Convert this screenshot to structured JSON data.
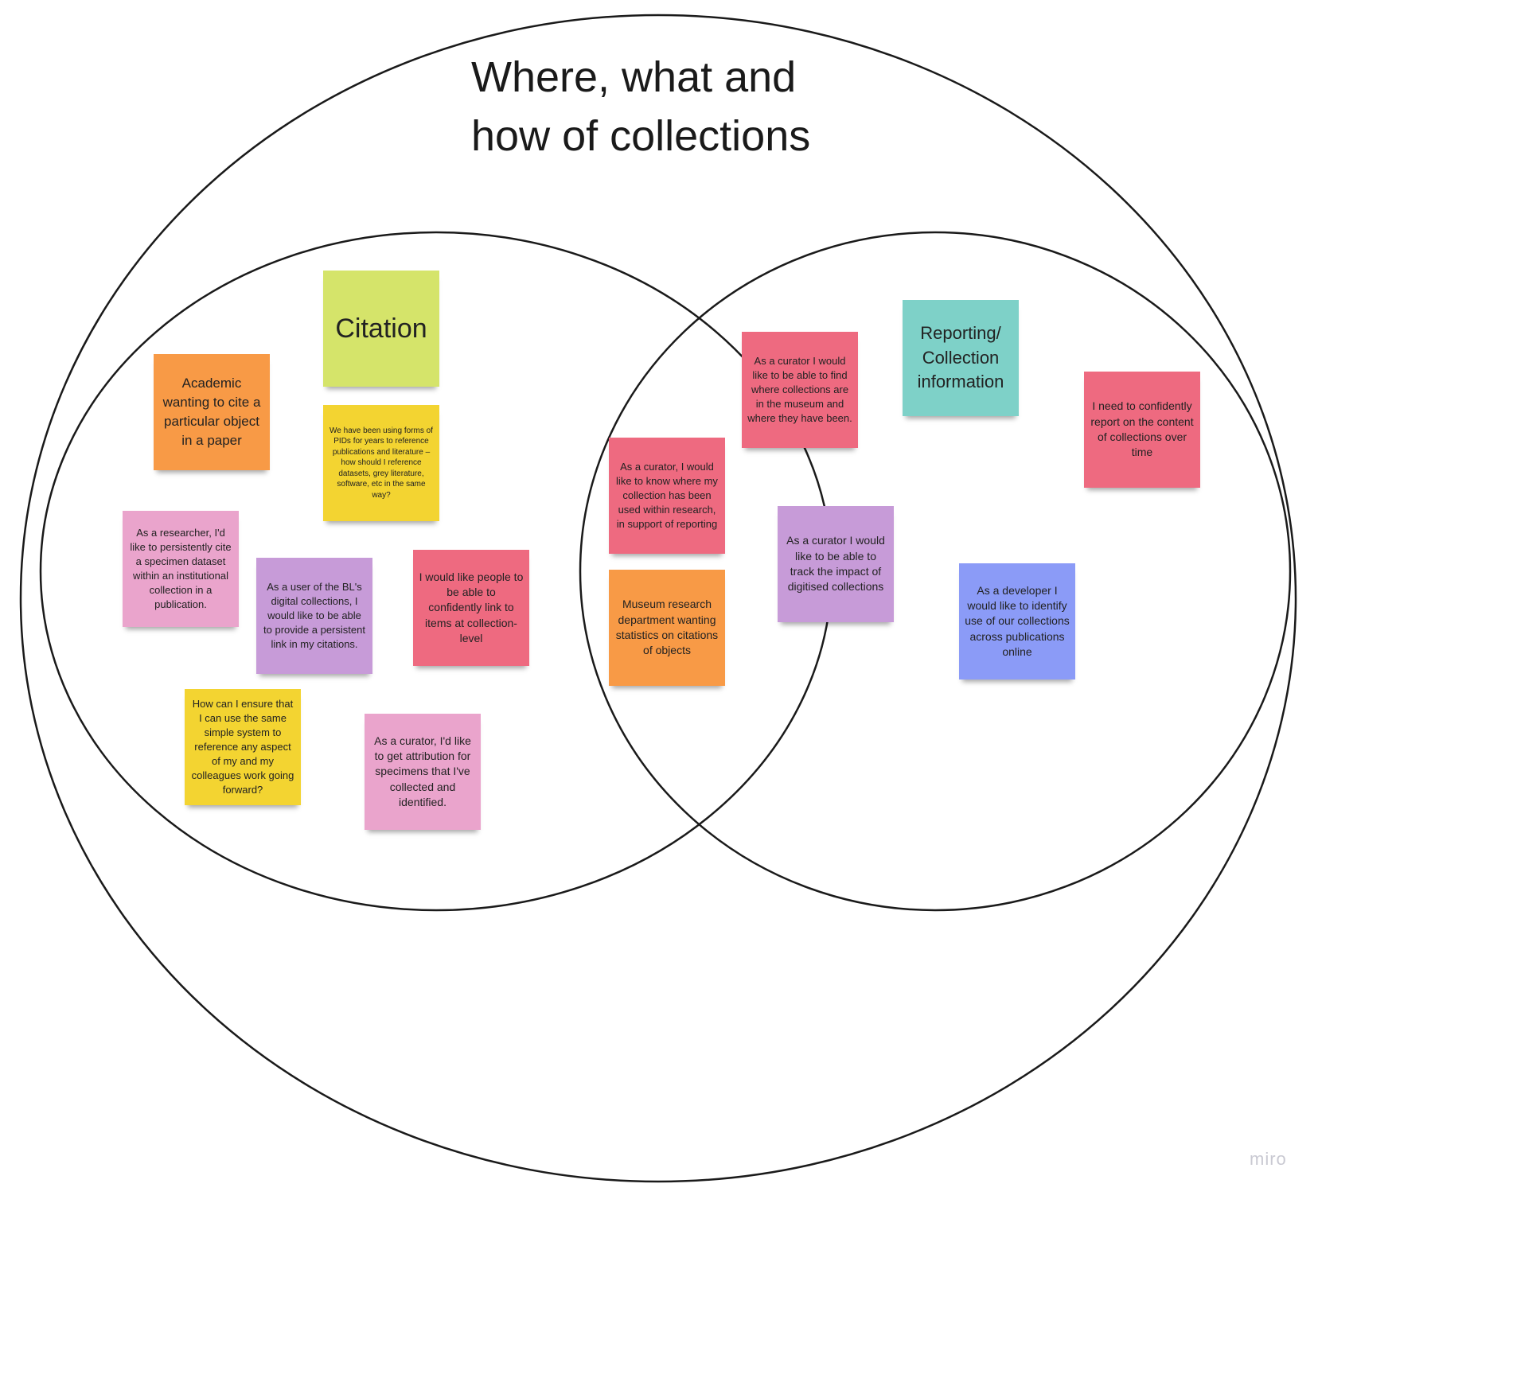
{
  "title": {
    "line1": "Where, what and",
    "line2": "how of collections"
  },
  "colors": {
    "green": "#d5e46a",
    "orange": "#f89a46",
    "yellow": "#f3d431",
    "pink": "#eaa4cc",
    "purple": "#c79bd8",
    "red": "#ee6a80",
    "teal": "#7ed1c8",
    "blue": "#8b9bf7",
    "stroke": "#1a1a1a"
  },
  "notes": {
    "citation": "Citation",
    "academic": "Academic wanting to cite a particular object in a paper",
    "pids": "We have been using forms of PIDs for years to reference publications and literature – how should I reference datasets, grey literature, software, etc in the same way?",
    "researcher": "As a researcher, I'd like to persistently cite a specimen dataset within an institutional collection in a publication.",
    "bl_user": "As a user of the BL's digital collections, I would like to be able to provide a persistent link in my citations.",
    "confident_link": "I would like people to be able to confidently link to items at collection-level",
    "ensure": "How can I ensure that I can use the same simple system to reference any aspect of my and my colleagues work going forward?",
    "attribution": "As a curator, I'd like to get attribution for specimens that I've collected and identified.",
    "curator_research": "As a curator, I would like to know where my collection has been used within research, in support of reporting",
    "museum_stats": "Museum research department wanting statistics on citations of objects",
    "curator_find": "As a curator I would like to be able to find where collections are in the museum and where they have been.",
    "reporting": "Reporting/ Collection information",
    "confident_report": "I need to confidently report on the content of collections over time",
    "curator_impact": "As a curator I would like to be able to track the impact of digitised collections",
    "developer": "As a developer I would like to identify use of our collections across publications online"
  },
  "watermark": "miro"
}
